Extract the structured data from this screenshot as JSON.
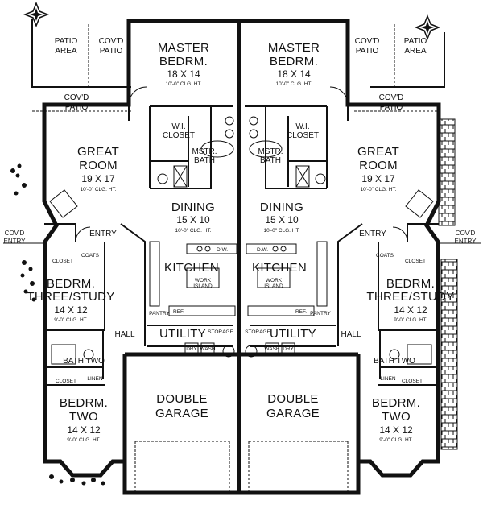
{
  "rooms": {
    "left": {
      "patio_area": [
        "PATIO",
        "AREA"
      ],
      "covd_patio_top": [
        "COV'D",
        "PATIO"
      ],
      "covd_patio_mid": [
        "COV'D",
        "PATIO"
      ],
      "master": {
        "name": [
          "MASTER",
          "BEDRM."
        ],
        "dims": "18 X 14",
        "clg": "10'-0\" CLG. HT."
      },
      "wi_closet": [
        "W.I.",
        "CLOSET"
      ],
      "mstr_bath": [
        "MSTR.",
        "BATH"
      ],
      "great_room": {
        "name": [
          "GREAT",
          "ROOM"
        ],
        "dims": "19 X 17",
        "clg": "10'-0\" CLG. HT."
      },
      "dining": {
        "name": "DINING",
        "dims": "15 X 10",
        "clg": "10'-0\" CLG. HT."
      },
      "kitchen": "KITCHEN",
      "work_island": [
        "WORK",
        "ISLAND"
      ],
      "dw": "D.W.",
      "pantry": "PANTRY",
      "ref": "REF.",
      "covd_entry": [
        "COV'D",
        "ENTRY"
      ],
      "entry": "ENTRY",
      "coats": "COATS",
      "closet": "CLOSET",
      "bedrm_three": {
        "name": [
          "BEDRM.",
          "THREE/STUDY"
        ],
        "dims": "14 X 12",
        "clg": "9'-0\" CLG. HT."
      },
      "hall": "HALL",
      "utility": "UTILITY",
      "storage": "STORAGE",
      "dry": "DRY",
      "wash": "WASH",
      "bath_two": "BATH TWO",
      "closet_two": "CLOSET",
      "linen": "LINEN",
      "bedrm_two": {
        "name": [
          "BEDRM.",
          "TWO"
        ],
        "dims": "14 X 12",
        "clg": "9'-0\" CLG. HT."
      },
      "garage": [
        "DOUBLE",
        "GARAGE"
      ]
    },
    "right": {
      "patio_area": [
        "PATIO",
        "AREA"
      ],
      "covd_patio_top": [
        "COV'D",
        "PATIO"
      ],
      "covd_patio_mid": [
        "COV'D",
        "PATIO"
      ],
      "master": {
        "name": [
          "MASTER",
          "BEDRM."
        ],
        "dims": "18 X 14",
        "clg": "10'-0\" CLG. HT."
      },
      "wi_closet": [
        "W.I.",
        "CLOSET"
      ],
      "mstr_bath": [
        "MSTR.",
        "BATH"
      ],
      "great_room": {
        "name": [
          "GREAT",
          "ROOM"
        ],
        "dims": "19 X 17",
        "clg": "10'-0\" CLG. HT."
      },
      "dining": {
        "name": "DINING",
        "dims": "15 X 10",
        "clg": "10'-0\" CLG. HT."
      },
      "kitchen": "KITCHEN",
      "work_island": [
        "WORK",
        "ISLAND"
      ],
      "dw": "D.W.",
      "pantry": "PANTRY",
      "ref": "REF.",
      "covd_entry": [
        "COV'D",
        "ENTRY"
      ],
      "entry": "ENTRY",
      "coats": "COATS",
      "closet": "CLOSET",
      "bedrm_three": {
        "name": [
          "BEDRM.",
          "THREE/STUDY"
        ],
        "dims": "14 X 12",
        "clg": "9'-0\" CLG. HT."
      },
      "hall": "HALL",
      "utility": "UTILITY",
      "storage": "STORAGE",
      "dry": "DRY",
      "wash": "WASH",
      "bath_two": "BATH TWO",
      "closet_two": "CLOSET",
      "linen": "LINEN",
      "bedrm_two": {
        "name": [
          "BEDRM.",
          "TWO"
        ],
        "dims": "14 X 12",
        "clg": "9'-0\" CLG. HT."
      },
      "garage": [
        "DOUBLE",
        "GARAGE"
      ]
    }
  }
}
